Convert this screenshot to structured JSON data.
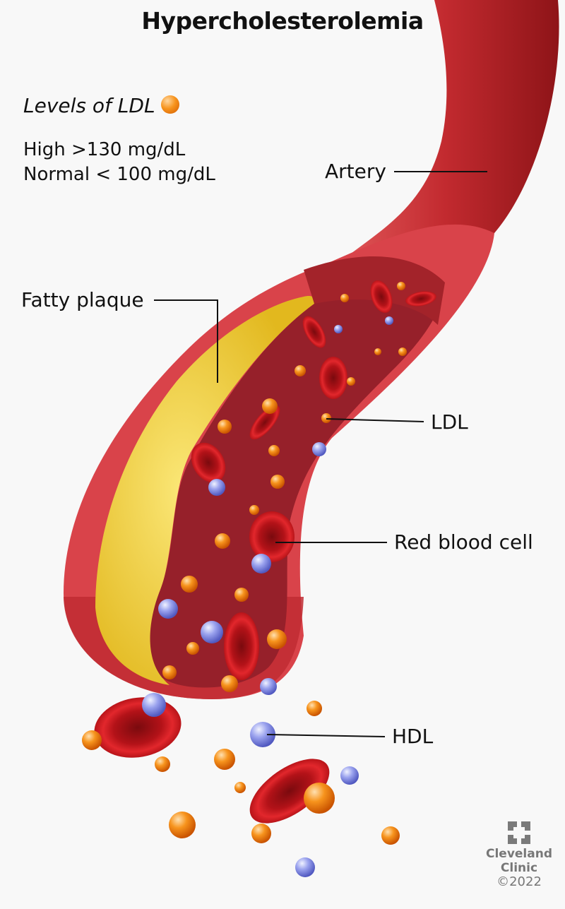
{
  "title": "Hypercholesterolemia",
  "legend": {
    "heading": "Levels of LDL",
    "high": "High >130 mg/dL",
    "normal": "Normal < 100 mg/dL"
  },
  "labels": {
    "artery": "Artery",
    "fatty_plaque": "Fatty plaque",
    "ldl": "LDL",
    "red_blood_cell": "Red blood cell",
    "hdl": "HDL"
  },
  "logo": {
    "name_line1": "Cleveland",
    "name_line2": "Clinic",
    "copyright": "©2022"
  },
  "colors": {
    "artery": "#c0282d",
    "lumen": "#8e1c22",
    "plaque": "#f2d13a",
    "ldl": "#f7941d",
    "hdl": "#8c94e8",
    "rbc": "#c8141b"
  }
}
